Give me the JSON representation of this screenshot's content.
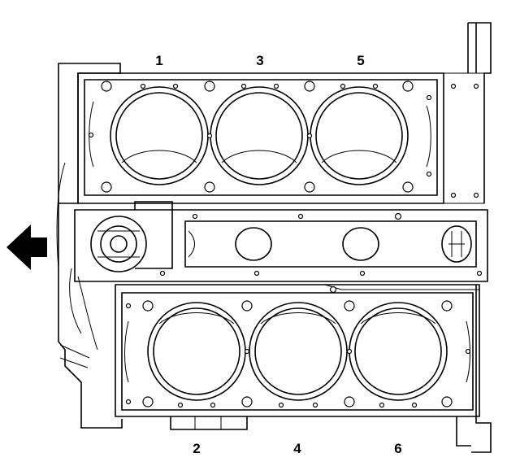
{
  "figure": {
    "top_cylinder_labels": [
      "1",
      "3",
      "5"
    ],
    "bottom_cylinder_labels": [
      "2",
      "4",
      "6"
    ],
    "direction_arrow": "left-arrow",
    "stroke_color": "#000000",
    "background_color": "#ffffff"
  }
}
